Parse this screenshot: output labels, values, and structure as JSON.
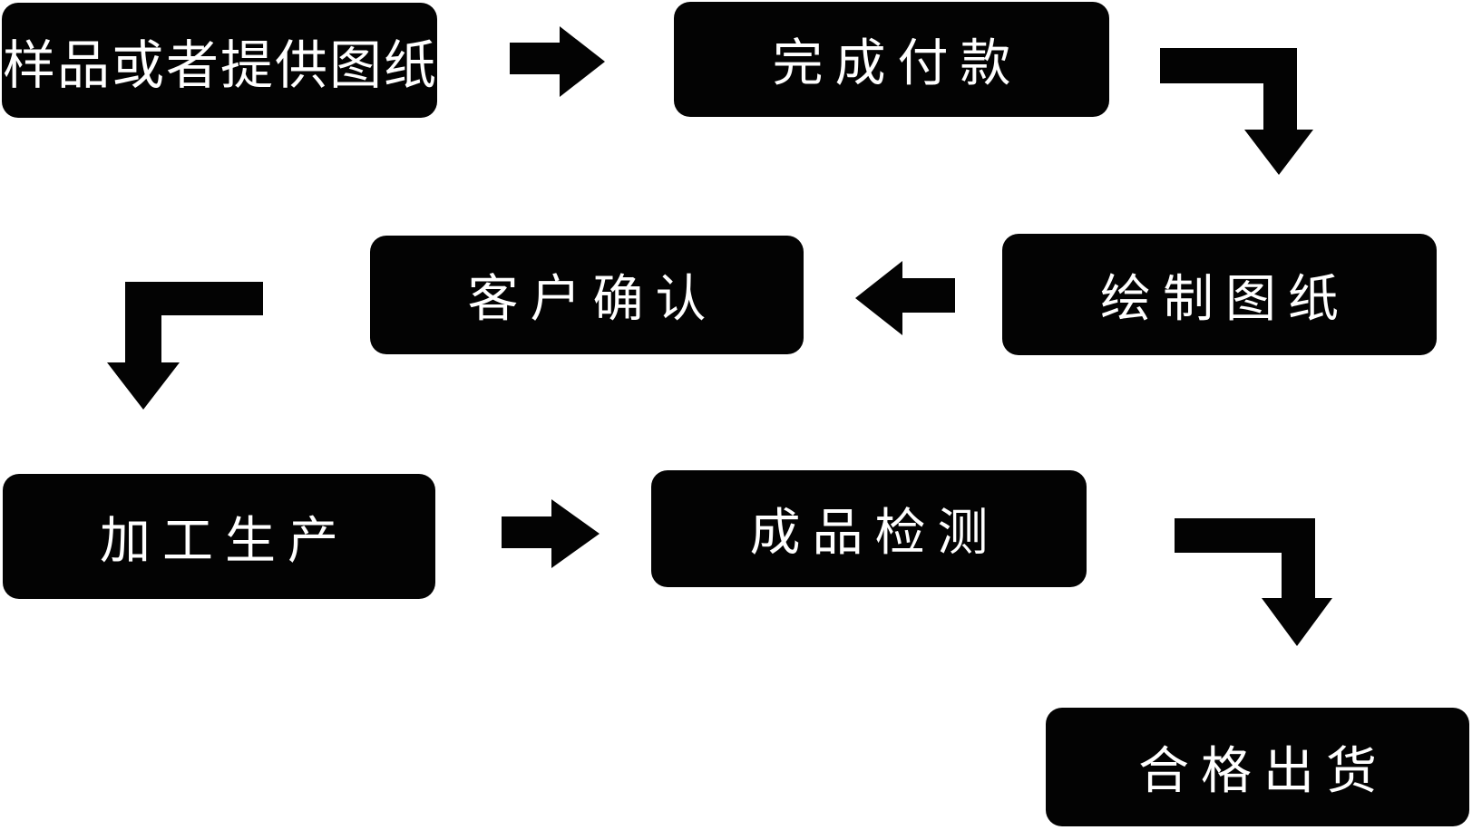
{
  "diagram": {
    "type": "flowchart",
    "language": "zh-CN",
    "nodes": [
      {
        "id": "sample-or-drawing",
        "label": "样品或者提供图纸"
      },
      {
        "id": "complete-payment",
        "label": "完成付款"
      },
      {
        "id": "draw-drawings",
        "label": "绘制图纸"
      },
      {
        "id": "customer-confirmation",
        "label": "客户确认"
      },
      {
        "id": "processing-production",
        "label": "加工生产"
      },
      {
        "id": "product-inspection",
        "label": "成品检测"
      },
      {
        "id": "qualified-shipment",
        "label": "合格出货"
      }
    ],
    "arrows": [
      {
        "from": "样品或者提供图纸",
        "to": "完成付款",
        "shape": "straight",
        "direction": "right"
      },
      {
        "from": "完成付款",
        "to": "绘制图纸",
        "shape": "elbow",
        "direction": "right-then-down"
      },
      {
        "from": "绘制图纸",
        "to": "客户确认",
        "shape": "straight",
        "direction": "left"
      },
      {
        "from": "客户确认",
        "to": "加工生产",
        "shape": "elbow",
        "direction": "left-then-down"
      },
      {
        "from": "加工生产",
        "to": "成品检测",
        "shape": "straight",
        "direction": "right"
      },
      {
        "from": "成品检测",
        "to": "合格出货",
        "shape": "elbow",
        "direction": "right-then-down"
      }
    ],
    "colors": {
      "background": "#ffffff",
      "node_fill": "#030303",
      "node_text": "#ffffff",
      "arrow": "#030303"
    }
  }
}
